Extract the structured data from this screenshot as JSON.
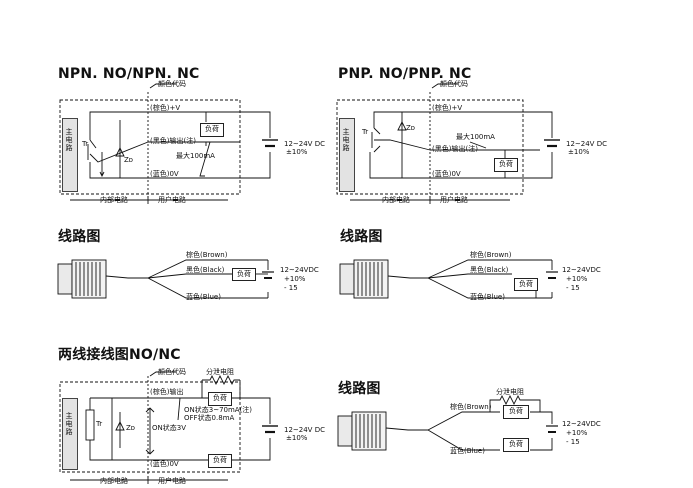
{
  "npn": {
    "title": "NPN. NO/NPN. NC",
    "color_code": "颜色代码",
    "main_circuit": "主电路",
    "brown_v": "(棕色)+V",
    "black_out": "(黑色)输出(注)",
    "blue_0v": "(蓝色)0V",
    "max_current": "最大100mA",
    "load": "负荷",
    "tr": "Tr",
    "zd": "Zᴅ",
    "voltage": "12~24V DC",
    "tolerance": "±10%",
    "internal": "内部电路",
    "user": "用户电路"
  },
  "pnp": {
    "title": "PNP. NO/PNP. NC",
    "color_code": "颜色代码",
    "main_circuit": "主电路",
    "brown_v": "(棕色)+V",
    "max_current": "最大100mA",
    "black_out": "(黑色)输出(注)",
    "blue_0v": "(蓝色)0V",
    "load": "负荷",
    "tr": "Tr",
    "zd": "Zᴅ",
    "voltage": "12~24V DC",
    "tolerance": "±10%",
    "internal": "内部电路",
    "user": "用户电路"
  },
  "wiring_left": {
    "title": "线路图",
    "brown": "棕色(Brown)",
    "black": "黑色(Black)",
    "blue": "蓝色(Blue)",
    "load": "负荷",
    "voltage": "12~24VDC",
    "tol_plus": "+10%",
    "tol_minus": "- 15"
  },
  "wiring_right": {
    "title": "线路图",
    "brown": "棕色(Brown)",
    "black": "黑色(Black)",
    "blue": "蓝色(Blue)",
    "load": "负荷",
    "voltage": "12~24VDC",
    "tol_plus": "+10%",
    "tol_minus": "- 15"
  },
  "two_wire": {
    "title": "两线接线图NO/NC",
    "color_code": "颜色代码",
    "main_circuit": "主电路",
    "brown_out": "(棕色)输出",
    "shunt": "分泄电阻",
    "load": "负荷",
    "on_state": "ON状态3V",
    "on_current": "ON状态3~70mA(注)",
    "off_current": "OFF状态0.8mA",
    "blue_0v": "(蓝色)0V",
    "tr": "Tr",
    "zd": "Zᴅ",
    "voltage": "12~24V DC",
    "tolerance": "±10%",
    "internal": "内部电路",
    "user": "用户电路"
  },
  "wiring_two": {
    "title": "线路图",
    "shunt": "分泄电阻",
    "brown": "棕色(Brown)",
    "blue": "蓝色(Blue)",
    "load": "负荷",
    "voltage": "12~24VDC",
    "tol_plus": "+10%",
    "tol_minus": "- 15"
  }
}
